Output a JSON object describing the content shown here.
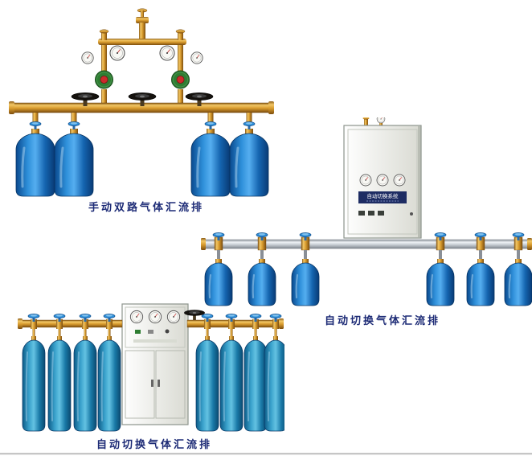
{
  "page": {
    "background": "#ffffff"
  },
  "palette": {
    "caption": "#1d2b76",
    "brass": "#d89b2e",
    "cylinder-blue": "#1565b0",
    "cylinder-teal": "#1a7aa8",
    "silver-pipe": "#c3c9cf",
    "cabinet-face": "#eceee8",
    "plate-navy": "#1d2c63"
  },
  "figures": [
    {
      "caption": "手动双路气体汇流排"
    },
    {
      "caption": "自动切换气体汇流排",
      "plate": "自动切换系统"
    },
    {
      "caption": "自动切换气体汇流排"
    }
  ]
}
